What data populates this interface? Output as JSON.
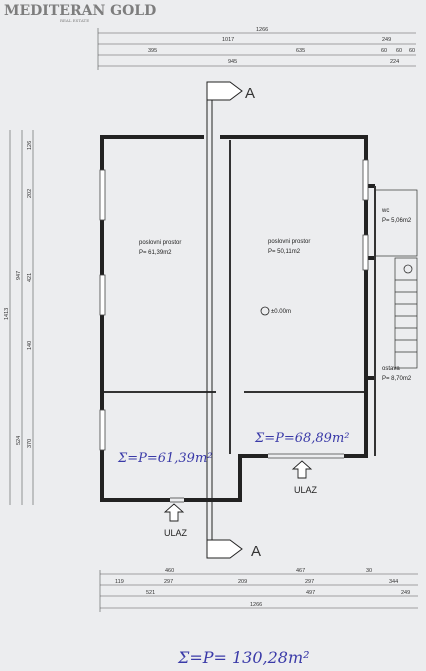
{
  "watermark": {
    "brand": "MEDITERAN GOLD",
    "tagline": "REAL ESTATE"
  },
  "section_mark": "A",
  "dimensions": {
    "top_total": "1266",
    "top_row1": [
      "1017",
      "249"
    ],
    "top_row2": [
      "395",
      "635",
      "60",
      "60",
      "60"
    ],
    "top_row3": [
      "945",
      "224"
    ],
    "bottom_row1": [
      "460",
      "467",
      "30"
    ],
    "bottom_row2": [
      "119",
      "297",
      "209",
      "297",
      "344"
    ],
    "bottom_row3": [
      "521",
      "497",
      "249"
    ],
    "bottom_total": "1266",
    "left_outer": [
      "1413"
    ],
    "left_inner": [
      "947",
      "524"
    ],
    "left_detail": [
      "126",
      "202",
      "421",
      "140",
      "370"
    ]
  },
  "rooms": [
    {
      "name": "poslovni prostor",
      "area": "P= 61,39m2"
    },
    {
      "name": "poslovni prostor",
      "area": "P= 50,11m2"
    },
    {
      "name": "wc",
      "area": "P= 5,06m2"
    },
    {
      "name": "ostava",
      "area": "P= 8,70m2"
    }
  ],
  "level": "±0.00m",
  "entrances": [
    "ULAZ",
    "ULAZ"
  ],
  "handwritten": {
    "sum_left": "Σ=P=61,39m²",
    "sum_right": "Σ=P=68,89m²",
    "total": "Σ=P= 130,28m²"
  }
}
